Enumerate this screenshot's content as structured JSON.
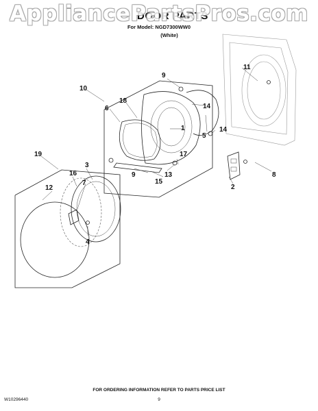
{
  "watermark": "AppliancePartsPros.com",
  "header": {
    "title": "DOOR PARTS",
    "model_line": "For Model: NGD7300WW0",
    "color": "(White)"
  },
  "callouts": {
    "c1": "1",
    "c2": "2",
    "c3": "3",
    "c4": "4",
    "c5": "5",
    "c6": "6",
    "c7": "7",
    "c8": "8",
    "c9a": "9",
    "c9b": "9",
    "c10": "10",
    "c11": "11",
    "c12": "12",
    "c13": "13",
    "c14a": "14",
    "c14b": "14",
    "c15": "15",
    "c16": "16",
    "c17": "17",
    "c18": "18",
    "c19": "19"
  },
  "footer": {
    "note": "FOR ORDERING INFORMATION REFER TO PARTS PRICE LIST",
    "doc_code": "W10296440",
    "page_number": "9"
  }
}
